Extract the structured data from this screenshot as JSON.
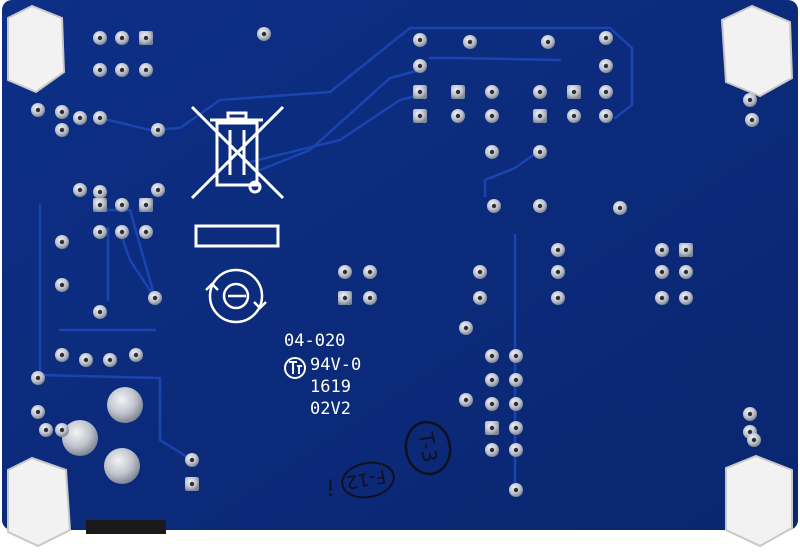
{
  "image": {
    "subject": "pcb-back-side",
    "colors": {
      "board": "#0b2a7a",
      "board_dark": "#081f5e",
      "trace": "#123a9c",
      "pad": "#c9ccd4",
      "silkscreen": "#ffffff",
      "standoff": "#f2f2f2"
    }
  },
  "silkscreen": {
    "code": "04-020",
    "rating": "94V-0",
    "date_code": "1619",
    "revision": "02V2"
  },
  "handwriting": {
    "label_t3": "T-3",
    "label_f12": "F-12",
    "mark": "!"
  }
}
